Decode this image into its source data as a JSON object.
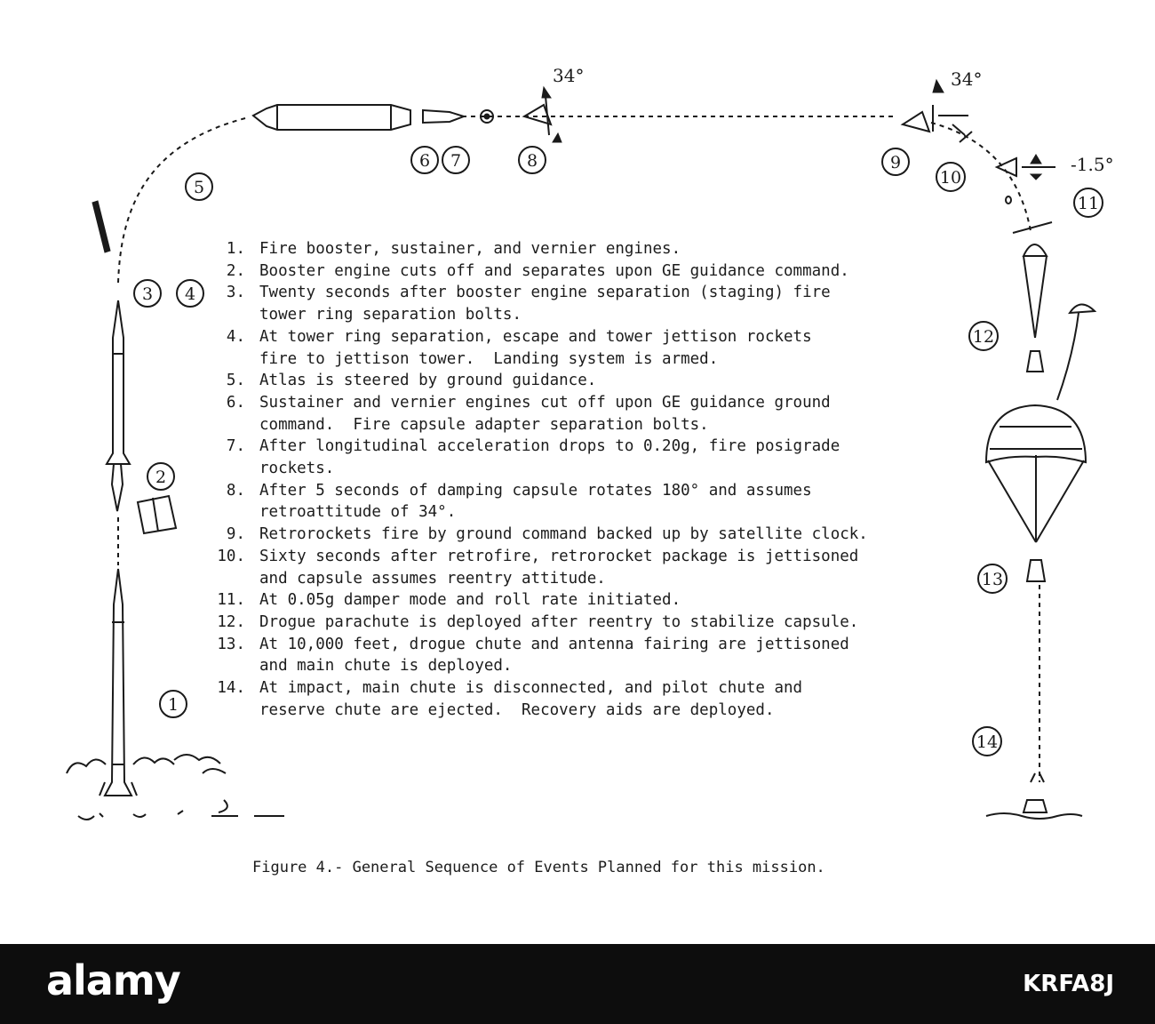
{
  "steps": [
    {
      "num": "1.",
      "lines": [
        "Fire booster, sustainer, and vernier engines."
      ]
    },
    {
      "num": "2.",
      "lines": [
        "Booster engine cuts off and separates upon GE guidance command."
      ]
    },
    {
      "num": "3.",
      "lines": [
        "Twenty seconds after booster engine separation (staging) fire",
        "tower ring separation bolts."
      ]
    },
    {
      "num": "4.",
      "lines": [
        "At tower ring separation, escape and tower jettison rockets",
        "fire to jettison tower.  Landing system is armed."
      ]
    },
    {
      "num": "5.",
      "lines": [
        "Atlas is steered by ground guidance."
      ]
    },
    {
      "num": "6.",
      "lines": [
        "Sustainer and vernier engines cut off upon GE guidance ground",
        "command.  Fire capsule adapter separation bolts."
      ]
    },
    {
      "num": "7.",
      "lines": [
        "After longitudinal acceleration drops to 0.20g, fire posigrade",
        "rockets."
      ]
    },
    {
      "num": "8.",
      "lines": [
        "After 5 seconds of damping capsule rotates 180° and assumes",
        "retroattitude of 34°."
      ]
    },
    {
      "num": "9.",
      "lines": [
        "Retrorockets fire by ground command backed up by satellite clock."
      ]
    },
    {
      "num": "10.",
      "lines": [
        "Sixty seconds after retrofire, retrorocket package is jettisoned",
        "and capsule assumes reentry attitude."
      ]
    },
    {
      "num": "11.",
      "lines": [
        "At 0.05g damper mode and roll rate initiated."
      ]
    },
    {
      "num": "12.",
      "lines": [
        "Drogue parachute is deployed after reentry to stabilize capsule."
      ]
    },
    {
      "num": "13.",
      "lines": [
        "At 10,000 feet, drogue chute and antenna fairing are jettisoned",
        "and main chute is deployed."
      ]
    },
    {
      "num": "14.",
      "lines": [
        "At impact, main chute is disconnected, and pilot chute and",
        "reserve chute are ejected.  Recovery aids are deployed."
      ]
    }
  ],
  "labels": {
    "s1": "1",
    "s2": "2",
    "s3": "3",
    "s4": "4",
    "s5": "5",
    "s6": "6",
    "s7": "7",
    "s8": "8",
    "s9": "9",
    "s10": "10",
    "s11": "11",
    "s12": "12",
    "s13": "13",
    "s14": "14",
    "angle_8": "34°",
    "angle_9": "34°",
    "angle_11": "-1.5°"
  },
  "caption": "Figure 4.- General Sequence of Events Planned for this mission.",
  "watermark": {
    "logo": "alamy",
    "image_id": "KRFA8J"
  }
}
